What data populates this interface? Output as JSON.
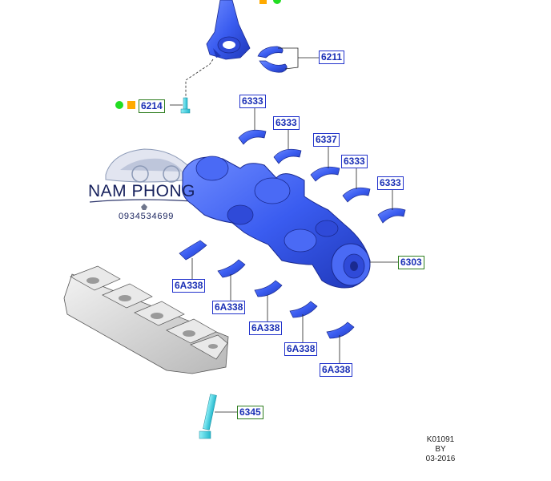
{
  "callouts": {
    "c6211": "6211",
    "c6214": "6214",
    "c6333_a": "6333",
    "c6333_b": "6333",
    "c6337": "6337",
    "c6333_c": "6333",
    "c6333_d": "6333",
    "c6303": "6303",
    "c6a338_a": "6A338",
    "c6a338_b": "6A338",
    "c6a338_c": "6A338",
    "c6a338_d": "6A338",
    "c6a338_e": "6A338",
    "c6345": "6345"
  },
  "watermark": {
    "title": "NAM PHONG",
    "phone": "0934534699"
  },
  "footer": {
    "code": "K01091",
    "by": "BY",
    "date": "03-2016"
  },
  "colors": {
    "part_blue": "#3a5cf0",
    "part_dark": "#1f37b8",
    "bolt_cyan": "#3fd6e6",
    "callout_blue": "#2233cc",
    "callout_green": "#2e7d1f",
    "marker_green": "#22dd22",
    "marker_orange": "#ffaa00"
  }
}
